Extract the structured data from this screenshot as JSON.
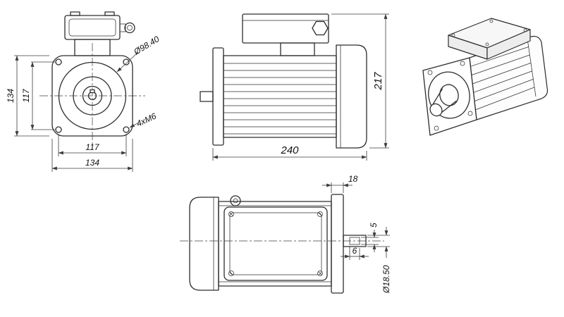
{
  "drawing": {
    "background": "#ffffff",
    "line_color": "#2d2d2d",
    "dimension_color": "#111111",
    "dimensions": {
      "front_view": {
        "flange_height": "134",
        "bolt_spacing_vertical": "117",
        "pilot_diameter": "Ø98.40",
        "mounting_holes": "4xM6",
        "bolt_spacing_horizontal": "117",
        "flange_width": "134"
      },
      "side_view": {
        "overall_length": "240",
        "overall_height": "217"
      },
      "top_view": {
        "flange_thickness": "18",
        "key_height": "5",
        "key_width": "6",
        "shaft_diameter": "Ø18.50"
      }
    }
  }
}
